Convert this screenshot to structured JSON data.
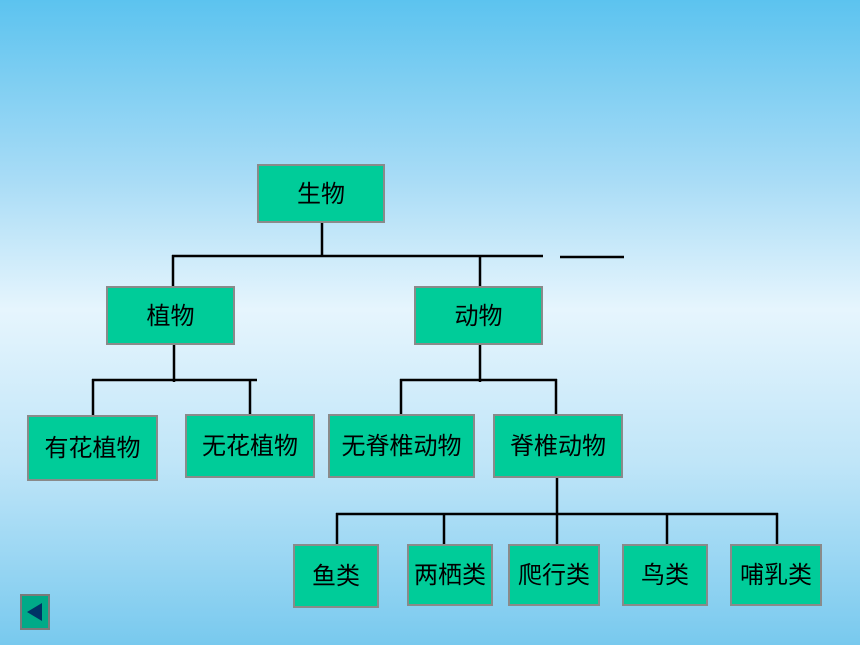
{
  "diagram": {
    "root": "生物",
    "level1": {
      "plants": "植物",
      "animals": "动物"
    },
    "plants_children": [
      "有花植物",
      "无花植物"
    ],
    "animals_children": [
      "无脊椎动物",
      "脊椎动物"
    ],
    "vertebrates_children": [
      "鱼类",
      "两栖类",
      "爬行类",
      "鸟类",
      "哺乳类"
    ]
  },
  "colors": {
    "node_fill": "#00cc99",
    "node_border": "#8a8a8a",
    "connector": "#000000"
  },
  "icons": {
    "back": "back-triangle-icon"
  }
}
